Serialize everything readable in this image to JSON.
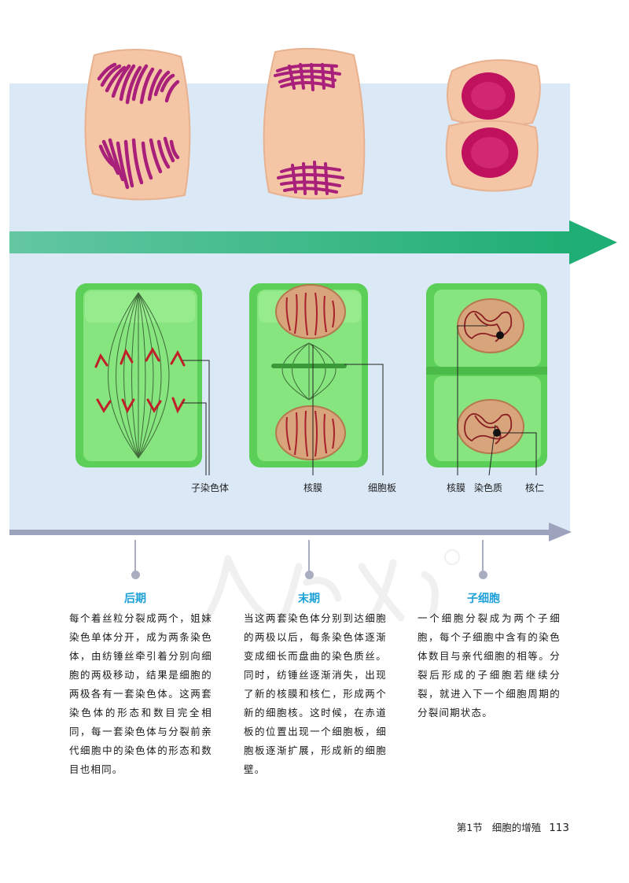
{
  "labels": {
    "daughter_chromosome": "子染色体",
    "nuclear_membrane_telophase": "核膜",
    "cell_plate": "细胞板",
    "nuclear_membrane_daughter": "核膜",
    "chromatin": "染色质",
    "nucleolus": "核仁"
  },
  "stages": [
    {
      "title": "后期",
      "text": "每个着丝粒分裂成两个，姐妹染色单体分开，成为两条染色体，由纺锤丝牵引着分别向细胞的两极移动，结果是细胞的两极各有一套染色体。这两套染色体的形态和数目完全相同，每一套染色体与分裂前亲代细胞中的染色体的形态和数目也相同。"
    },
    {
      "title": "末期",
      "text": "当这两套染色体分别到达细胞的两极以后，每条染色体逐渐变成细长而盘曲的染色质丝。同时，纺锤丝逐渐消失，出现了新的核膜和核仁，形成两个新的细胞核。这时候，在赤道板的位置出现一个细胞板，细胞板逐渐扩展，形成新的细胞壁。"
    },
    {
      "title": "子细胞",
      "text": "一个细胞分裂成为两个子细胞，每个子细胞中含有的染色体数目与亲代细胞的相等。分裂后形成的子细胞若继续分裂，就进入下一个细胞周期的分裂间期状态。"
    }
  ],
  "footer": {
    "section": "第1节",
    "chapter_title": "细胞的增殖",
    "page_number": "113"
  },
  "colors": {
    "panel_bg": "#dbe9f7",
    "arrow_green": "#3cb88a",
    "arrow_gray": "#9ea3bd",
    "stage_title": "#1ea0d8",
    "cell_green": "#7fe07a",
    "micro_cell": "#f5c6a6",
    "chromosome": "#b0207a"
  }
}
